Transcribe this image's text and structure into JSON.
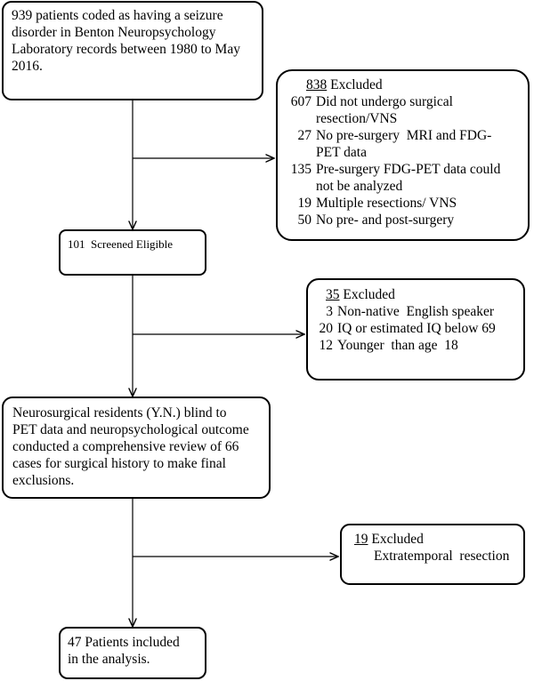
{
  "boxes": {
    "start": {
      "lines": [
        "939 patients coded as having a seizure",
        "disorder in Benton Neuropsychology",
        "Laboratory records between 1980 to May",
        "2016."
      ]
    },
    "excluded1": {
      "count": "838",
      "label": " Excluded",
      "items": [
        {
          "n": "607",
          "lines": [
            "Did not undergo surgical",
            "resection/VNS"
          ]
        },
        {
          "n": "27",
          "lines": [
            "No pre-surgery  MRI and FDG-",
            "PET data"
          ]
        },
        {
          "n": "135",
          "lines": [
            "Pre-surgery FDG-PET data could",
            "not be analyzed"
          ]
        },
        {
          "n": "19",
          "lines": [
            "Multiple resections/ VNS"
          ]
        },
        {
          "n": "50",
          "lines": [
            "No pre- and post-surgery"
          ]
        }
      ]
    },
    "screened": {
      "text": "101  Screened Eligible"
    },
    "excluded2": {
      "count": "35",
      "label": " Excluded",
      "items": [
        {
          "n": "3",
          "text": "Non-native  English speaker"
        },
        {
          "n": "20",
          "text": "IQ or estimated IQ below 69"
        },
        {
          "n": "12",
          "text": "Younger  than age  18"
        }
      ]
    },
    "review": {
      "lines": [
        "Neurosurgical residents (Y.N.) blind to",
        "PET data and neuropsychological outcome",
        "conducted a comprehensive review of 66",
        "cases for surgical history to make final",
        "exclusions."
      ]
    },
    "excluded3": {
      "count": "19",
      "label": " Excluded",
      "detail": "Extratemporal  resection"
    },
    "final": {
      "lines": [
        "47 Patients included",
        "in the analysis."
      ]
    }
  }
}
